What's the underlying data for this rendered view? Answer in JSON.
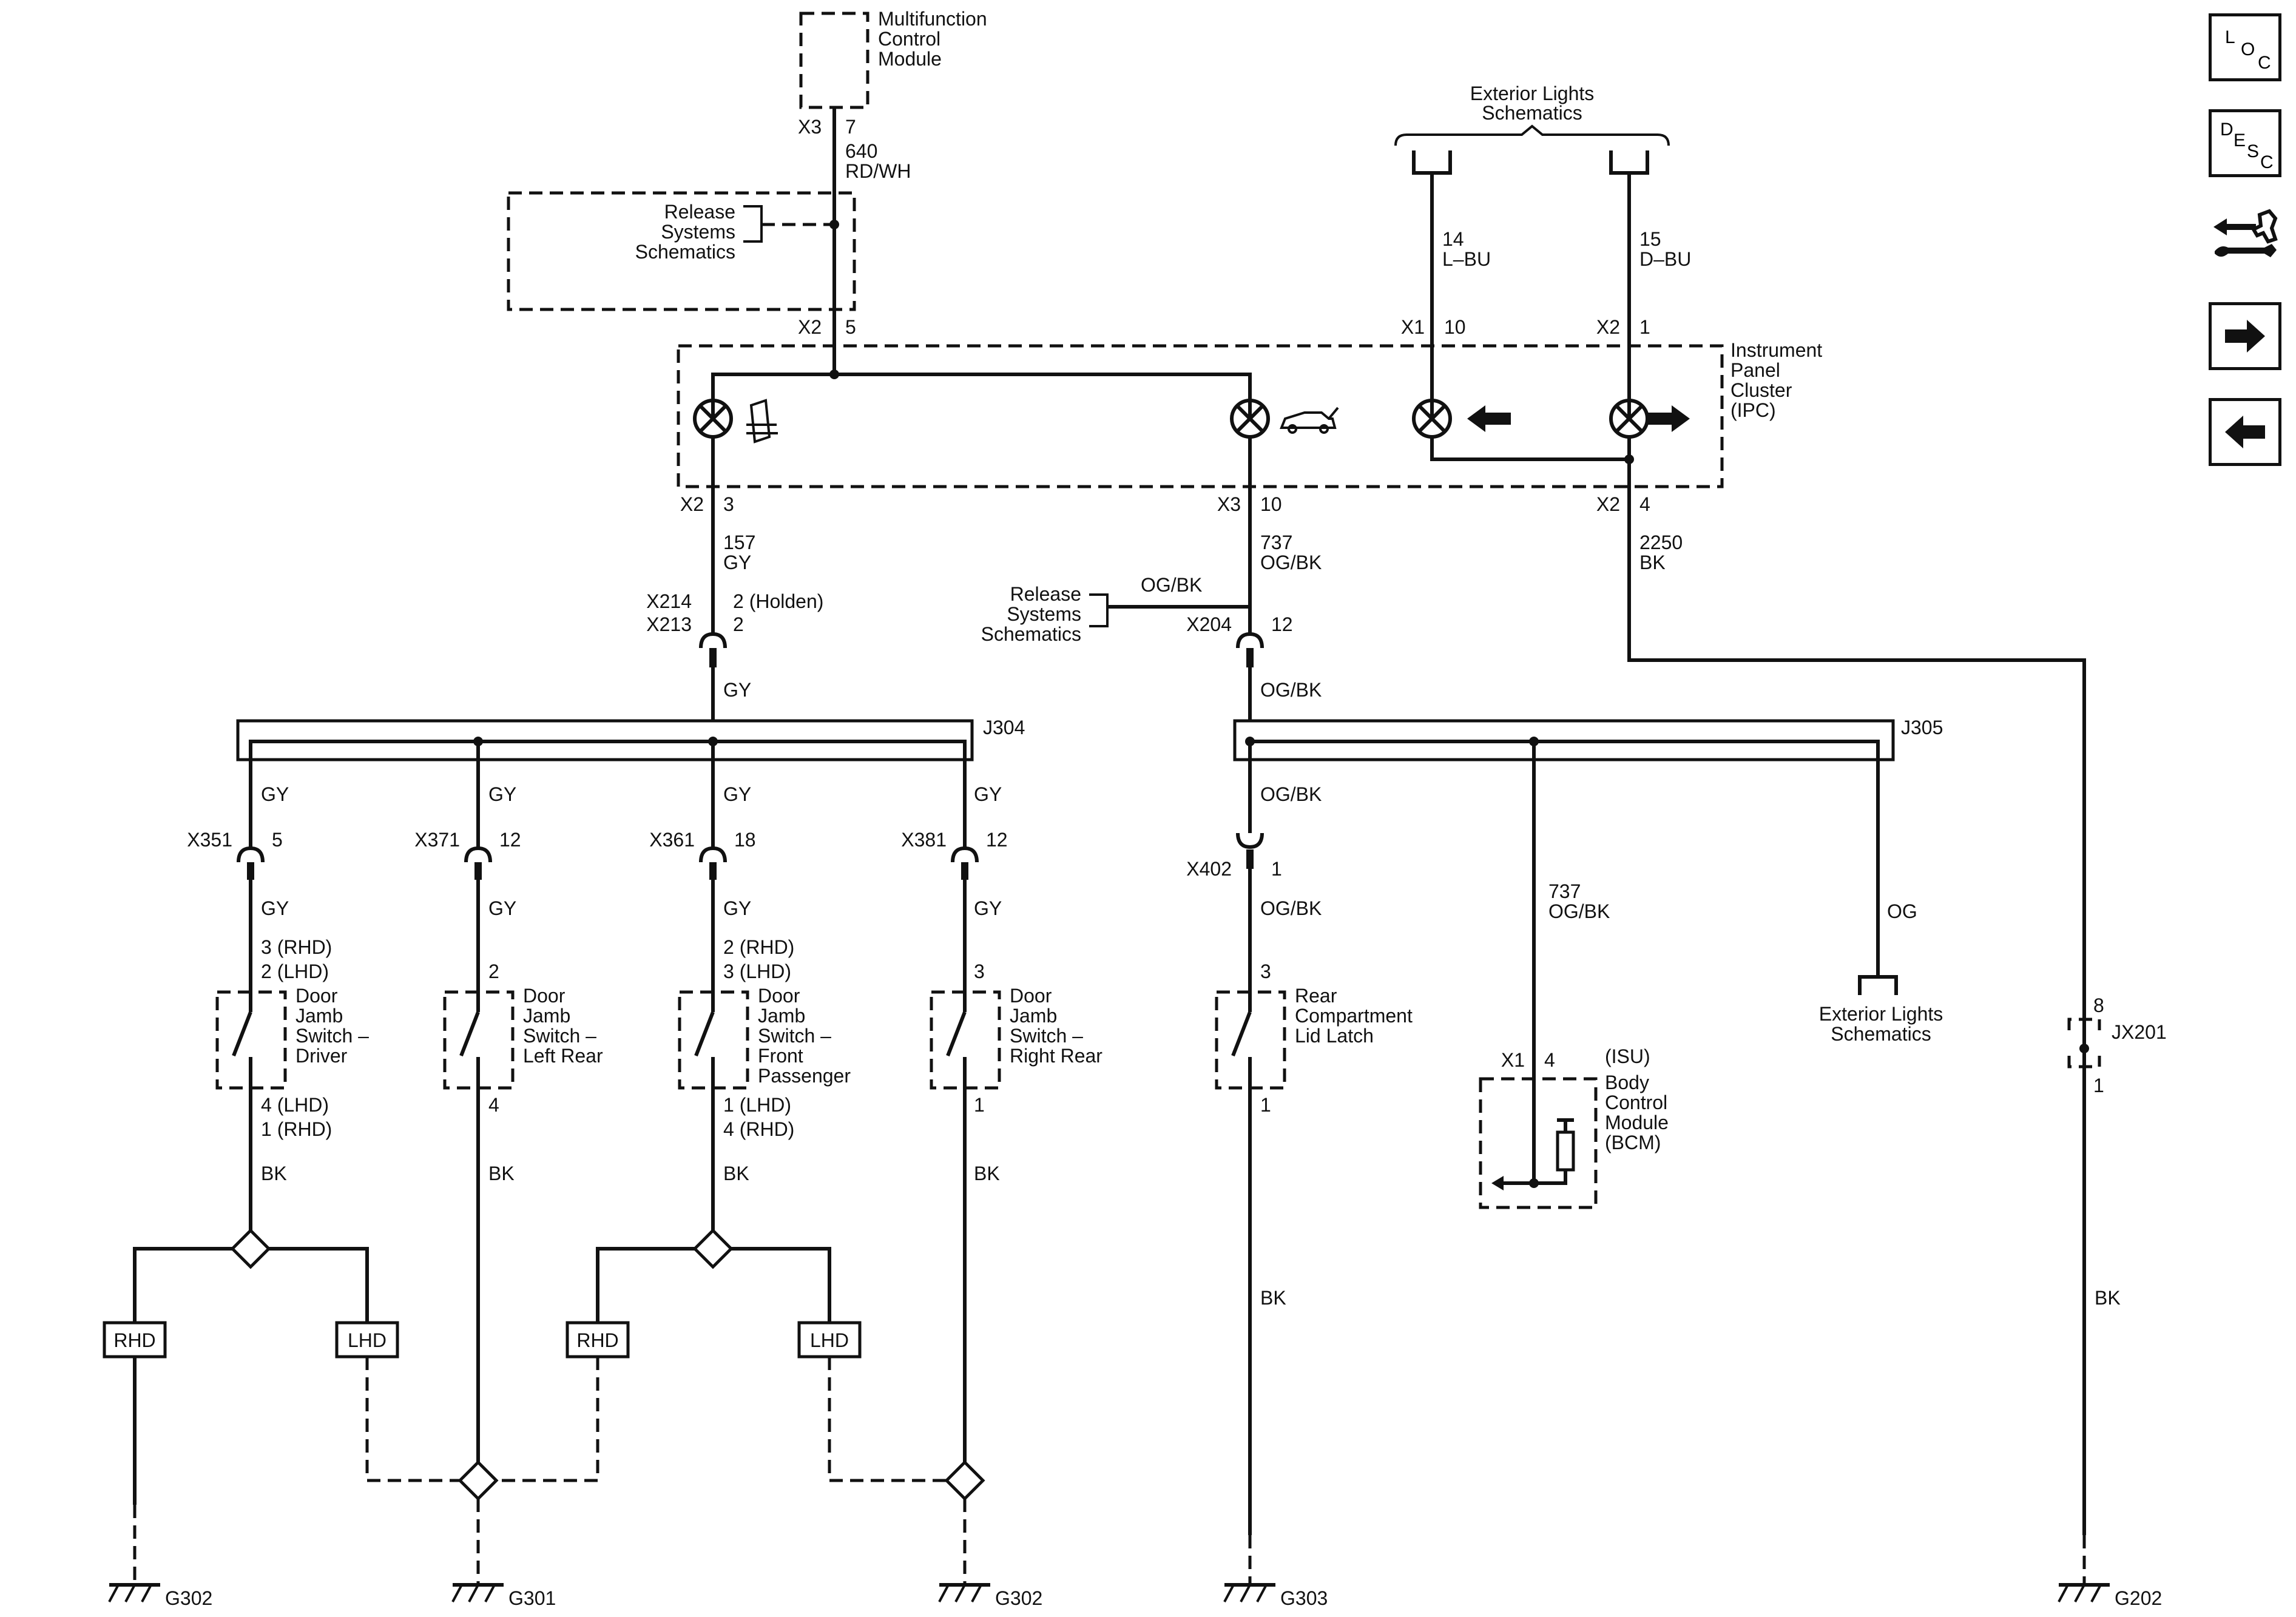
{
  "nav": {
    "loc": {
      "l1": "L",
      "l2": "O",
      "l3": "C"
    },
    "desc": {
      "l1": "D",
      "l2": "E",
      "l3": "S",
      "l4": "C"
    }
  },
  "modules": {
    "mcm": [
      "Multifunction",
      "Control",
      "Module"
    ],
    "release_top": [
      "Release",
      "Systems",
      "Schematics"
    ],
    "release_mid": [
      "Release",
      "Systems",
      "Schematics"
    ],
    "ext_lights_top": [
      "Exterior Lights",
      "Schematics"
    ],
    "ext_lights_bottom": [
      "Exterior Lights",
      "Schematics"
    ],
    "ipc": [
      "Instrument",
      "Panel",
      "Cluster",
      "(IPC)"
    ],
    "bcm": [
      "(ISU)",
      "Body",
      "Control",
      "Module",
      "(BCM)"
    ],
    "sw_driver": [
      "Door",
      "Jamb",
      "Switch –",
      "Driver"
    ],
    "sw_lr": [
      "Door",
      "Jamb",
      "Switch –",
      "Left Rear"
    ],
    "sw_fp": [
      "Door",
      "Jamb",
      "Switch –",
      "Front",
      "Passenger"
    ],
    "sw_rr": [
      "Door",
      "Jamb",
      "Switch –",
      "Right Rear"
    ],
    "latch": [
      "Rear",
      "Compartment",
      "Lid Latch"
    ]
  },
  "labels": {
    "x3_mcm": "X3",
    "pin_mcm": "7",
    "w640": "640",
    "c640": "RD/WH",
    "x2_ipc_top": "X2",
    "pin_ipc_top": "5",
    "w14": "14",
    "c14": "L–BU",
    "w15": "15",
    "c15": "D–BU",
    "x1_ipc": "X1",
    "pin_x1": "10",
    "x2_ipc_r": "X2",
    "pin_x2_r": "1",
    "x2_b": "X2",
    "pin_x2_b": "3",
    "x3_b": "X3",
    "pin_x3_b": "10",
    "x2_br": "X2",
    "pin_x2_br": "4",
    "w157": "157",
    "c157": "GY",
    "w737": "737",
    "c737": "OG/BK",
    "w2250": "2250",
    "c2250": "BK",
    "x214": "X214",
    "x213": "X213",
    "p_holden": "2 (Holden)",
    "p_213": "2",
    "ogbk_rel": "OG/BK",
    "x204": "X204",
    "pin_x204": "12",
    "gy_j304": "GY",
    "ogbk_j305": "OG/BK",
    "j304": "J304",
    "j305": "J305",
    "gy1": "GY",
    "gy2": "GY",
    "gy3": "GY",
    "gy4": "GY",
    "ogbk1": "OG/BK",
    "x351": "X351",
    "p351": "5",
    "x371": "X371",
    "p371": "12",
    "x361": "X361",
    "p361": "18",
    "x381": "X381",
    "p381": "12",
    "x402": "X402",
    "p402": "1",
    "gy5": "GY",
    "gy6": "GY",
    "gy7": "GY",
    "gy8": "GY",
    "ogbk2": "OG/BK",
    "w737b": "737",
    "c737b": "OG/BK",
    "og": "OG",
    "d_top1": "3 (RHD)",
    "d_top2": "2 (LHD)",
    "lr_top": "2",
    "fp_top1": "2 (RHD)",
    "fp_top2": "3 (LHD)",
    "rr_top": "3",
    "latch_top": "3",
    "d_bot1": "4 (LHD)",
    "d_bot2": "1 (RHD)",
    "lr_bot": "4",
    "fp_bot1": "1 (LHD)",
    "fp_bot2": "4 (RHD)",
    "rr_bot": "1",
    "latch_bot": "1",
    "x1_bcm": "X1",
    "p_bcm": "4",
    "jx201": "JX201",
    "p_jx_top": "8",
    "p_jx_bot": "1",
    "bk1": "BK",
    "bk2": "BK",
    "bk3": "BK",
    "bk4": "BK",
    "bk5": "BK",
    "bk6": "BK",
    "rhd1": "RHD",
    "lhd1": "LHD",
    "rhd2": "RHD",
    "lhd2": "LHD",
    "g302a": "G302",
    "g301": "G301",
    "g302b": "G302",
    "g303": "G303",
    "g202": "G202"
  }
}
